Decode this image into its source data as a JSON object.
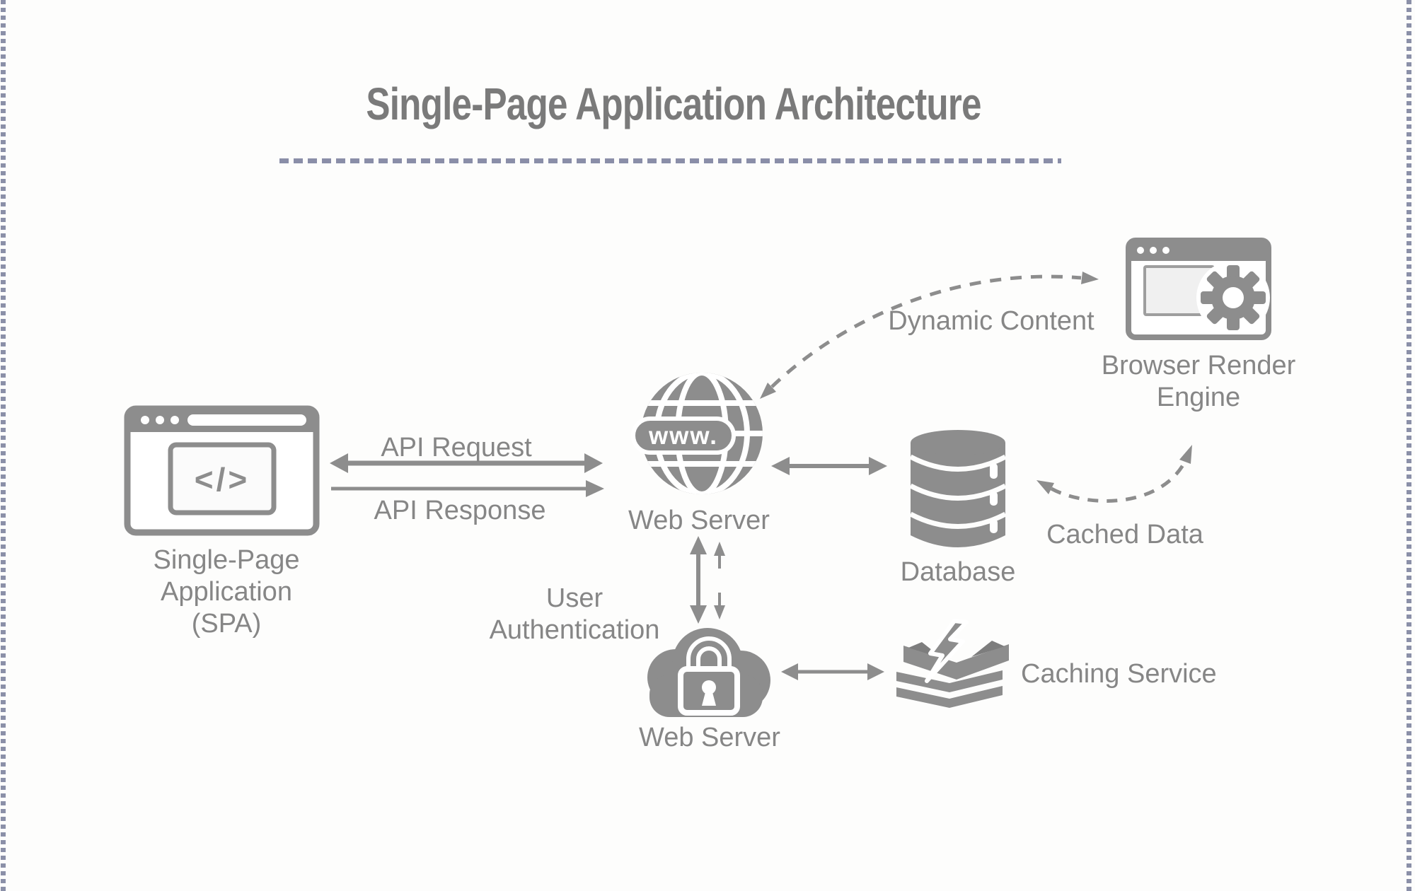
{
  "title": {
    "text": "Single-Page Application Architecture"
  },
  "nodes": {
    "spa": {
      "icon": "browser-window-code",
      "code_glyph": "</>",
      "label_line1": "Single-Page Application",
      "label_line2": "(SPA)"
    },
    "web_server_globe": {
      "icon": "globe-www",
      "banner_text": "www.",
      "label": "Web Server"
    },
    "browser_render_engine": {
      "icon": "browser-window-gear",
      "label_line1": "Browser Render",
      "label_line2": "Engine"
    },
    "database": {
      "icon": "database-cylinder",
      "label": "Database"
    },
    "web_server_cloud": {
      "icon": "cloud-lock",
      "label": "Web Server"
    },
    "caching_service": {
      "icon": "layers-lightning",
      "label": "Caching Service"
    }
  },
  "edges": {
    "api_request": {
      "label": "API Request",
      "style": "solid",
      "direction": "bidirectional"
    },
    "api_response": {
      "label": "API Response",
      "style": "solid",
      "direction": "right"
    },
    "dynamic_content": {
      "label": "Dynamic Content",
      "style": "dashed-curve",
      "direction": "bidirectional"
    },
    "cached_data": {
      "label": "Cached Data",
      "style": "dashed-curve",
      "direction": "bidirectional"
    },
    "user_authentication": {
      "label_line1": "User",
      "label_line2": "Authentication",
      "style": "solid",
      "direction": "bidirectional"
    },
    "server_database": {
      "style": "solid",
      "direction": "bidirectional"
    },
    "cloud_caching": {
      "style": "solid",
      "direction": "bidirectional"
    }
  },
  "colors": {
    "icon_gray": "#8d8d8d",
    "label_gray": "#868686",
    "title_gray": "#7a7a7a",
    "dash_blue_gray": "#8a8ea8",
    "background": "#fdfdfc"
  }
}
